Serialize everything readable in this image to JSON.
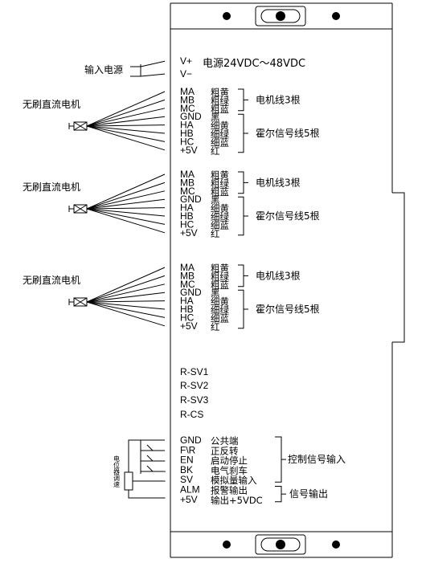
{
  "power": {
    "input_label": "输入电源",
    "terminals": [
      "V+",
      "V−"
    ],
    "spec": "电源24VDC～48VDC"
  },
  "motor_groups": [
    {
      "motor_label": "无刷直流电机",
      "terminals": [
        "MA",
        "MB",
        "MC",
        "GND",
        "HA",
        "HB",
        "HC",
        "+5V"
      ],
      "wires": [
        "粗黄",
        "粗绿",
        "粗蓝",
        "黑",
        "细黄",
        "细绿",
        "细蓝",
        "红"
      ],
      "motor_lines_label": "电机线3根",
      "hall_lines_label": "霍尔信号线5根"
    },
    {
      "motor_label": "无刷直流电机",
      "terminals": [
        "MA",
        "MB",
        "MC",
        "GND",
        "HA",
        "HB",
        "HC",
        "+5V"
      ],
      "wires": [
        "粗黄",
        "粗绿",
        "粗蓝",
        "黑",
        "细黄",
        "细绿",
        "细蓝",
        "红"
      ],
      "motor_lines_label": "电机线3根",
      "hall_lines_label": "霍尔信号线5根"
    },
    {
      "motor_label": "无刷直流电机",
      "terminals": [
        "MA",
        "MB",
        "MC",
        "GND",
        "HA",
        "HB",
        "HC",
        "+5V"
      ],
      "wires": [
        "粗黄",
        "粗绿",
        "粗蓝",
        "黑",
        "细黄",
        "细绿",
        "细蓝",
        "红"
      ],
      "motor_lines_label": "电机线3根",
      "hall_lines_label": "霍尔信号线5根"
    }
  ],
  "pots": [
    "R-SV1",
    "R-SV2",
    "R-SV3",
    "R-CS"
  ],
  "control": {
    "terminals": [
      "GND",
      "F\\R",
      "EN",
      "BK",
      "SV",
      "ALM",
      "+5V"
    ],
    "functions": [
      "公共端",
      "正反转",
      "启动停止",
      "电气刹车",
      "模拟量输入",
      "报警输出",
      "输出+5VDC"
    ],
    "input_group_label": "控制信号输入",
    "output_group_label": "信号输出",
    "pot_label": "电位器调速"
  }
}
